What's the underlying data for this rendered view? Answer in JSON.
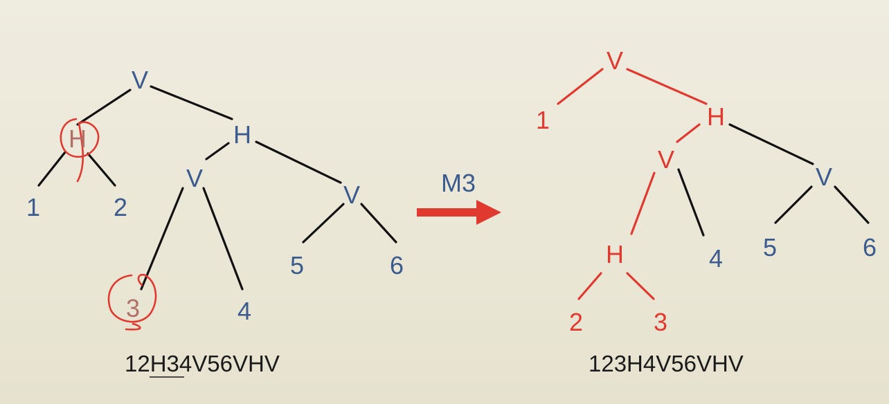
{
  "left_tree": {
    "root": "V",
    "h_left": "H",
    "leaf_1": "1",
    "leaf_2": "2",
    "h_right": "H",
    "v_mid": "V",
    "leaf_3": "3",
    "leaf_4": "4",
    "v_right": "V",
    "leaf_5": "5",
    "leaf_6": "6",
    "expression_part1": "12",
    "expression_underlined": "H3",
    "expression_part2": "4V56VHV"
  },
  "transform": {
    "label": "M3",
    "arrow_color": "#e03a30"
  },
  "right_tree": {
    "root": "V",
    "leaf_1": "1",
    "h_top": "H",
    "v_left": "V",
    "h_inner": "H",
    "leaf_2": "2",
    "leaf_3": "3",
    "leaf_4": "4",
    "v_right": "V",
    "leaf_5": "5",
    "leaf_6": "6",
    "expression": "123H4V56VHV"
  },
  "colors": {
    "node_blue": "#3b5b8e",
    "highlight_red": "#e03a30",
    "edge_black": "#111111"
  }
}
